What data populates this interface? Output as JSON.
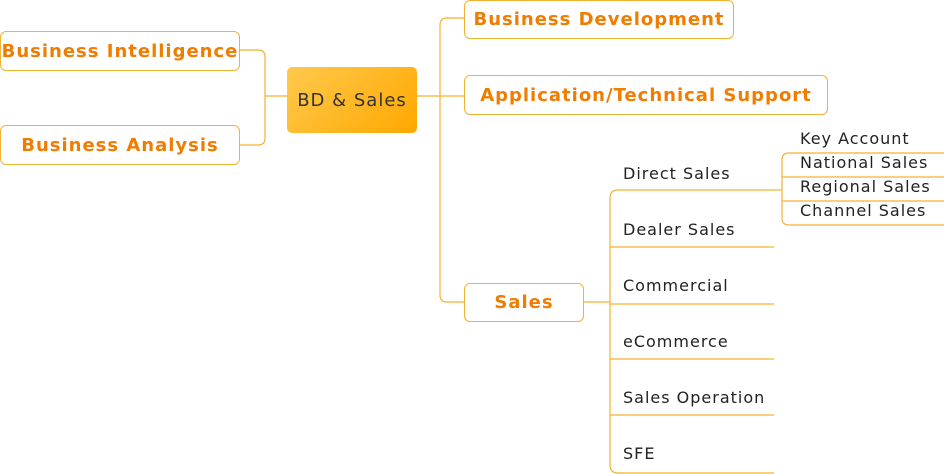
{
  "center": {
    "label": "BD & Sales"
  },
  "left": [
    {
      "label": "Business Intelligence"
    },
    {
      "label": "Business Analysis"
    }
  ],
  "right": [
    {
      "label": "Business Development"
    },
    {
      "label": "Application/Technical Support"
    },
    {
      "label": "Sales"
    }
  ],
  "sales_children": [
    {
      "label": "Direct Sales"
    },
    {
      "label": "Dealer Sales"
    },
    {
      "label": "Commercial"
    },
    {
      "label": "eCommerce"
    },
    {
      "label": "Sales Operation"
    },
    {
      "label": "SFE"
    }
  ],
  "direct_sales_children": [
    {
      "label": "Key Account"
    },
    {
      "label": "National Sales"
    },
    {
      "label": "Regional Sales"
    },
    {
      "label": "Channel Sales"
    }
  ],
  "colors": {
    "accent_text": "#f07c00",
    "line": "#f2b233",
    "center_fill": "#ffb21e"
  }
}
